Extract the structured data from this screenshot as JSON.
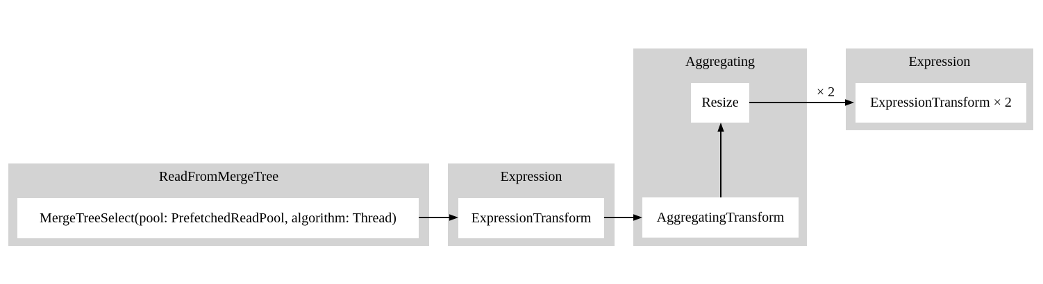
{
  "diagram": {
    "type": "query-pipeline-graph",
    "clusters": [
      {
        "title": "ReadFromMergeTree",
        "nodes": [
          {
            "label": "MergeTreeSelect(pool: PrefetchedReadPool, algorithm: Thread)"
          }
        ]
      },
      {
        "title": "Expression",
        "nodes": [
          {
            "label": "ExpressionTransform"
          }
        ]
      },
      {
        "title": "Aggregating",
        "nodes": [
          {
            "label": "Resize"
          },
          {
            "label": "AggregatingTransform"
          }
        ]
      },
      {
        "title": "Expression",
        "nodes": [
          {
            "label": "ExpressionTransform × 2"
          }
        ]
      }
    ],
    "edges": [
      {
        "from": "MergeTreeSelect(pool: PrefetchedReadPool, algorithm: Thread)",
        "to": "ExpressionTransform",
        "label": ""
      },
      {
        "from": "ExpressionTransform",
        "to": "AggregatingTransform",
        "label": ""
      },
      {
        "from": "AggregatingTransform",
        "to": "Resize",
        "label": ""
      },
      {
        "from": "Resize",
        "to": "ExpressionTransform × 2",
        "label": "× 2"
      }
    ],
    "colors": {
      "cluster_background": "#d3d3d3",
      "node_background": "#ffffff",
      "edge": "#000000",
      "text": "#000000",
      "page_background": "#ffffff"
    }
  }
}
